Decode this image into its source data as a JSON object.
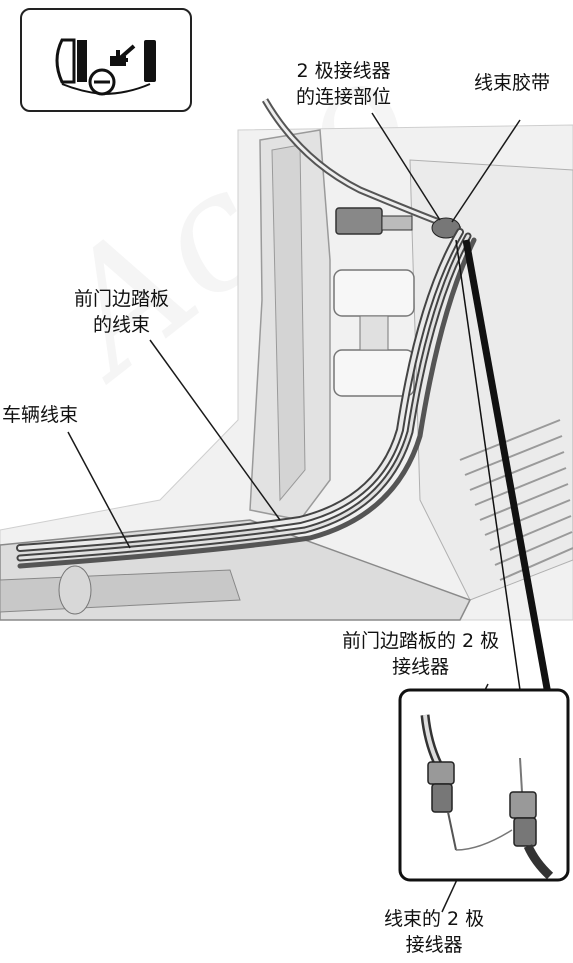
{
  "labels": {
    "connector_location": [
      "2 极接线器",
      "的连接部位"
    ],
    "harness_band": "线束胶带",
    "front_sill_harness": [
      "前门边踏板",
      "的线束"
    ],
    "vehicle_harness": "车辆线束",
    "front_sill_connector": [
      "前门边踏板的 2 极",
      "接线器"
    ],
    "harness_connector": [
      "线束的 2 极",
      "接线器"
    ]
  },
  "watermark": "Acco",
  "colors": {
    "line": "#1a1a1a",
    "metal": "#e6e6e6",
    "shadow": "#bdbdbd",
    "dark": "#8c8c8c"
  },
  "icons": [
    "door-sill-remove-icon"
  ]
}
